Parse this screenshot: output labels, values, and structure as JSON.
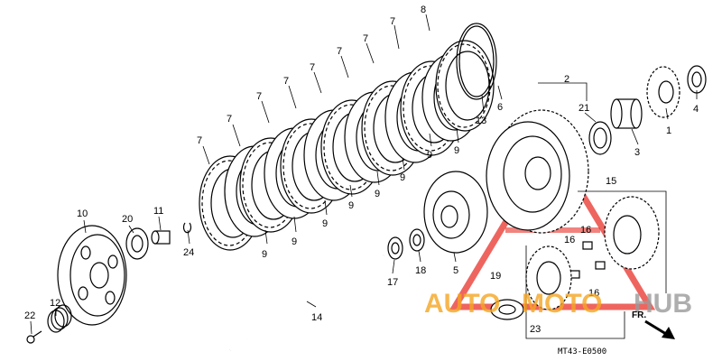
{
  "diagram": {
    "drawing_code": "MT43-E0500",
    "front_marker": "FR.",
    "watermark": {
      "text_auto": "AUTO",
      "text_moto": "MOTO",
      "text_hub": "HUB",
      "color_orange": "#f5a623",
      "color_red": "#e8312a",
      "color_grey": "#9b9b9b"
    },
    "part_labels": {
      "p1": "1",
      "p2": "2",
      "p3": "3",
      "p4": "4",
      "p5": "5",
      "p6": "6",
      "p7": "7",
      "p8": "8",
      "p9": "9",
      "p10": "10",
      "p11": "11",
      "p12": "12",
      "p13": "13",
      "p14": "14",
      "p15": "15",
      "p16": "16",
      "p17": "17",
      "p18": "18",
      "p19": "19",
      "p20": "20",
      "p21": "21",
      "p22": "22",
      "p23": "23",
      "p24": "24"
    }
  }
}
